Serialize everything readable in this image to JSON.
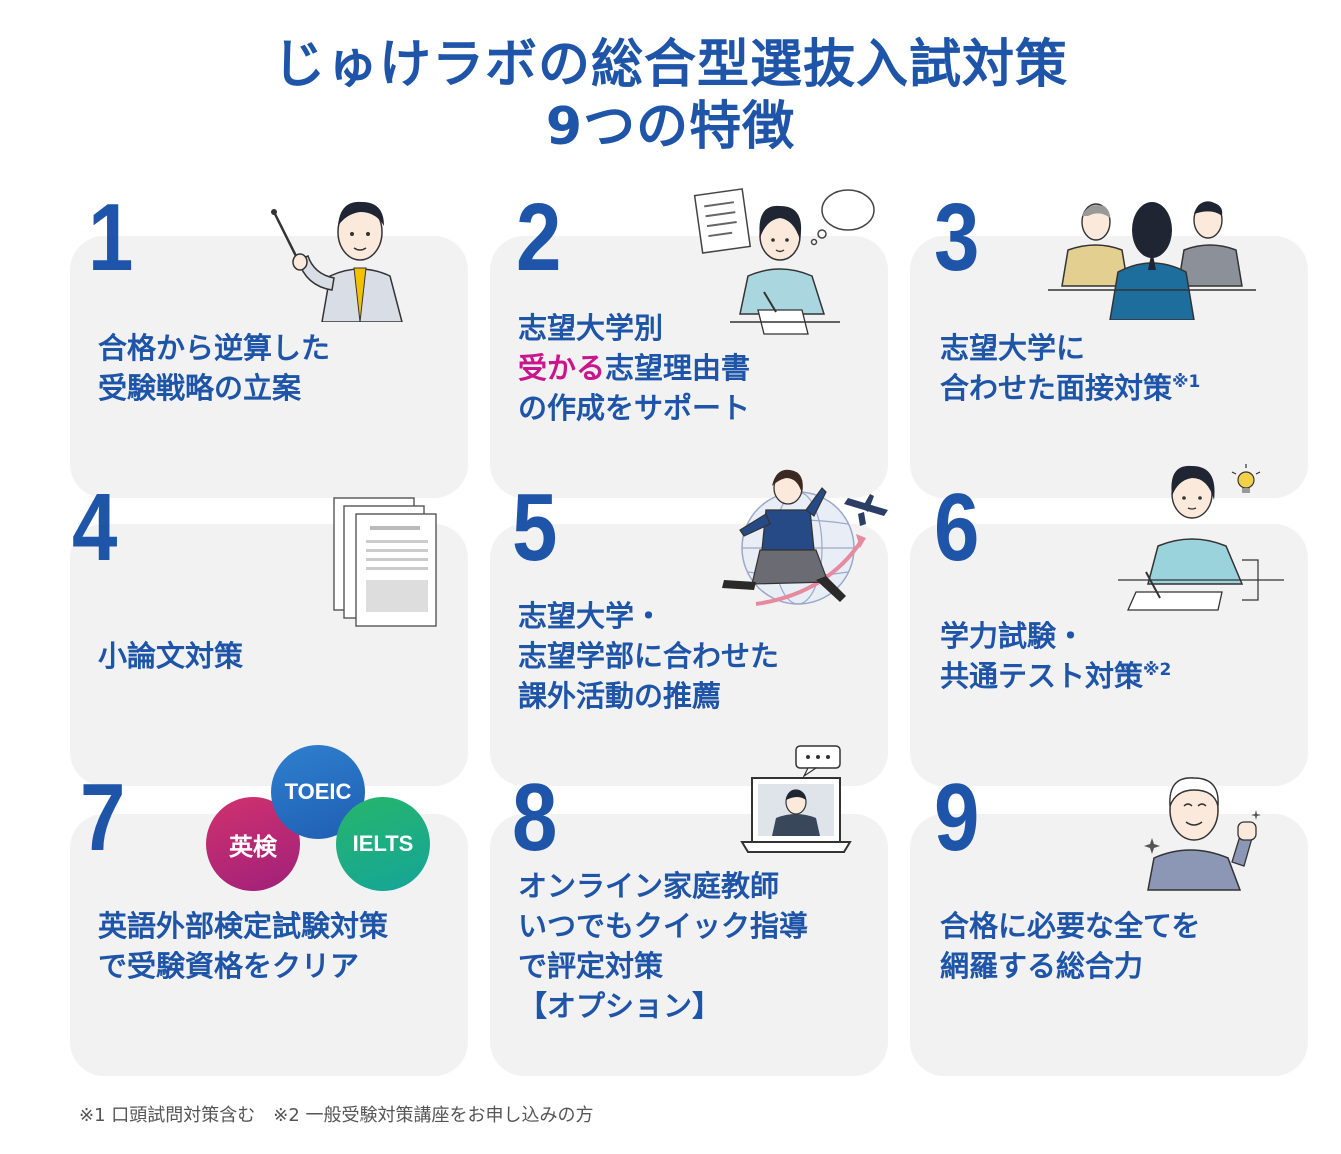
{
  "title": {
    "line1": "じゅけラボの総合型選抜入試対策",
    "line2": "9つの特徴"
  },
  "features": [
    {
      "num": "1",
      "lines": [
        "合格から逆算した",
        "受験戦略の立案"
      ]
    },
    {
      "num": "2",
      "line1": "志望大学別",
      "line2_highlight": "受かる",
      "line2_rest": "志望理由書",
      "line3": "の作成をサポート"
    },
    {
      "num": "3",
      "line1": "志望大学に",
      "line2": "合わせた面接対策",
      "note": "※1"
    },
    {
      "num": "4",
      "lines": [
        "小論文対策"
      ]
    },
    {
      "num": "5",
      "lines": [
        "志望大学・",
        "志望学部に合わせた",
        "課外活動の推薦"
      ]
    },
    {
      "num": "6",
      "line1": "学力試験・",
      "line2": "共通テスト対策",
      "note": "※2"
    },
    {
      "num": "7",
      "lines": [
        "英語外部検定試験対策",
        "で受験資格をクリア"
      ],
      "badges": [
        "英検",
        "TOEIC",
        "IELTS"
      ]
    },
    {
      "num": "8",
      "lines": [
        "オンライン家庭教師",
        "いつでもクイック指導",
        "で評定対策",
        "【オプション】"
      ]
    },
    {
      "num": "9",
      "lines": [
        "合格に必要な全てを",
        "網羅する総合力"
      ]
    }
  ],
  "footer": "※1 口頭試問対策含む　※2 一般受験対策講座をお申し込みの方",
  "colors": {
    "primary": "#1e55a8",
    "highlight": "#c8168c",
    "card": "#f2f2f2"
  }
}
